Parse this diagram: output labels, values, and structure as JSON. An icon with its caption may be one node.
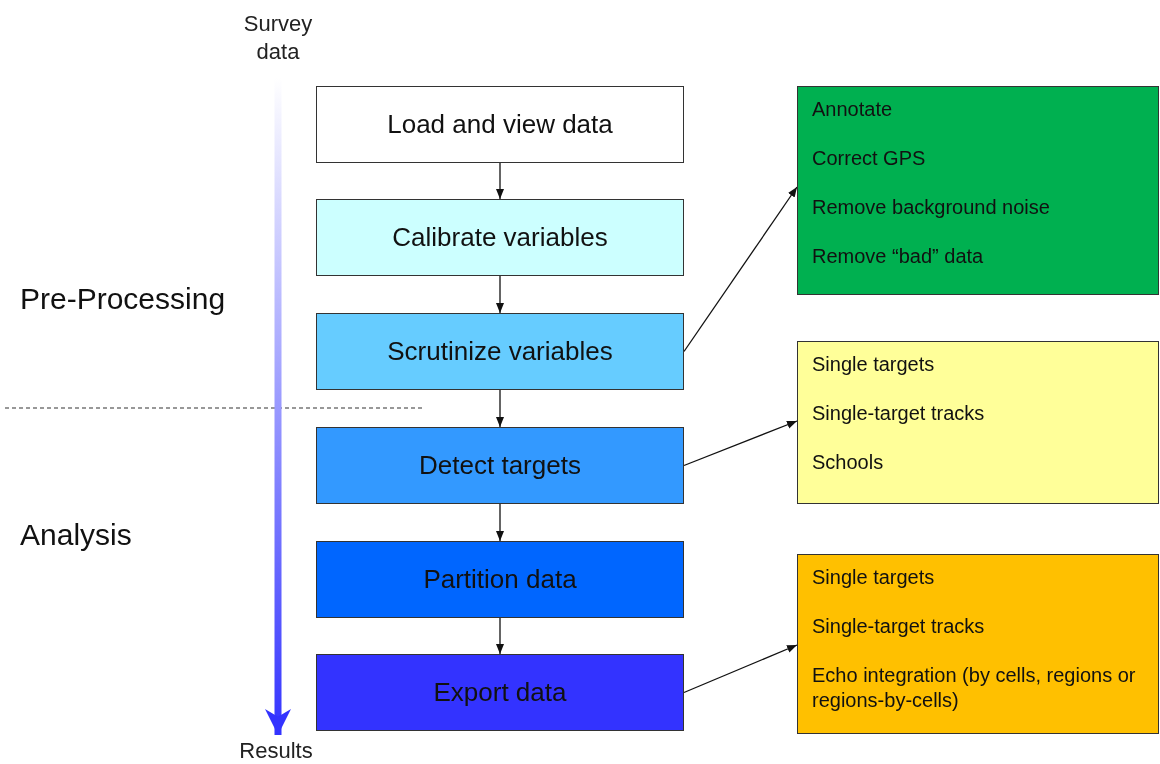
{
  "diagram": {
    "nodes": [
      {
        "text": [
          "Survey data"
        ]
      },
      {
        "text": [
          "Load and view data"
        ]
      },
      {
        "text": [
          "Calibrate variables"
        ]
      },
      {
        "text": [
          "Scrutinize variables"
        ]
      },
      {
        "text": [
          "Detect targets"
        ]
      },
      {
        "text": [
          "Partition data"
        ]
      },
      {
        "text": [
          "Export data"
        ]
      },
      {
        "text": [
          "Annotate",
          "Correct GPS",
          "Remove background noise",
          "Remove “bad” data"
        ]
      },
      {
        "text": [
          "Single targets",
          "Single-target tracks",
          "Schools"
        ]
      },
      {
        "text": [
          "Single targets",
          "Single-target tracks",
          "Echo integration (by cells, regions or regions-by-cells)"
        ]
      },
      {
        "text": [
          "Results"
        ]
      }
    ],
    "edges": [
      {
        "from": 0,
        "to": 10,
        "arrow": "to",
        "style": "thick",
        "color": "#3333ff"
      },
      {
        "from": 1,
        "to": 2,
        "arrow": "to"
      },
      {
        "from": 2,
        "to": 3,
        "arrow": "to"
      },
      {
        "from": 3,
        "to": 4,
        "arrow": "to"
      },
      {
        "from": 4,
        "to": 5,
        "arrow": "to"
      },
      {
        "from": 5,
        "to": 6,
        "arrow": "to"
      },
      {
        "from": 3,
        "to": 7,
        "arrow": "to"
      },
      {
        "from": 4,
        "to": 8,
        "arrow": "to"
      },
      {
        "from": 6,
        "to": 9,
        "arrow": "to"
      }
    ],
    "labels": [
      "Pre-Processing",
      "Analysis"
    ]
  }
}
